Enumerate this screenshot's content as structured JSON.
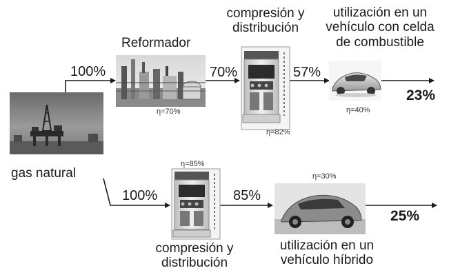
{
  "source": {
    "label": "gas natural"
  },
  "top_path": {
    "input_percent": "100%",
    "reformer": {
      "label": "Reformador",
      "efficiency": "η=70%",
      "output_percent": "70%"
    },
    "station": {
      "label_line1": "compresión y",
      "label_line2": "distribución",
      "efficiency": "η=82%",
      "output_percent": "57%"
    },
    "vehicle": {
      "label_line1": "utilización en un",
      "label_line2": "vehículo con celda",
      "label_line3": "de combustible",
      "efficiency": "η=40%",
      "output_percent": "23%"
    }
  },
  "bottom_path": {
    "input_percent": "100%",
    "station": {
      "label_line1": "compresión y",
      "label_line2": "distribución",
      "efficiency": "η=85%",
      "output_percent": "85%"
    },
    "vehicle": {
      "label_line1": "utilización en un",
      "label_line2": "vehículo híbrido",
      "efficiency": "η=30%",
      "output_percent": "25%"
    }
  }
}
